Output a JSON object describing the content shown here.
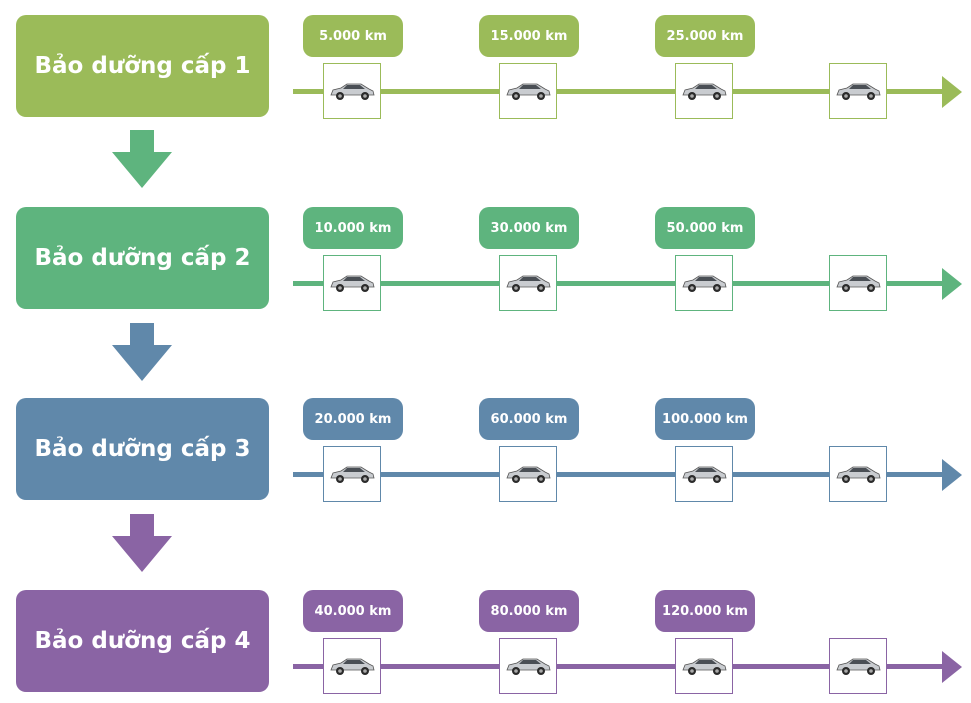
{
  "levels": [
    {
      "label": "Bảo dưỡng cấp 1",
      "color": "#9bbb59",
      "milestones": [
        "5.000 km",
        "15.000 km",
        "25.000 km"
      ]
    },
    {
      "label": "Bảo dưỡng cấp 2",
      "color": "#5eb47e",
      "milestones": [
        "10.000 km",
        "30.000 km",
        "50.000 km"
      ]
    },
    {
      "label": "Bảo dưỡng cấp 3",
      "color": "#6088aa",
      "milestones": [
        "20.000 km",
        "60.000 km",
        "100.000 km"
      ]
    },
    {
      "label": "Bảo dưỡng cấp 4",
      "color": "#8a64a4",
      "milestones": [
        "40.000 km",
        "80.000 km",
        "120.000 km"
      ]
    }
  ],
  "icons": {
    "car": "car-icon",
    "arrow": "down-arrow-icon"
  }
}
